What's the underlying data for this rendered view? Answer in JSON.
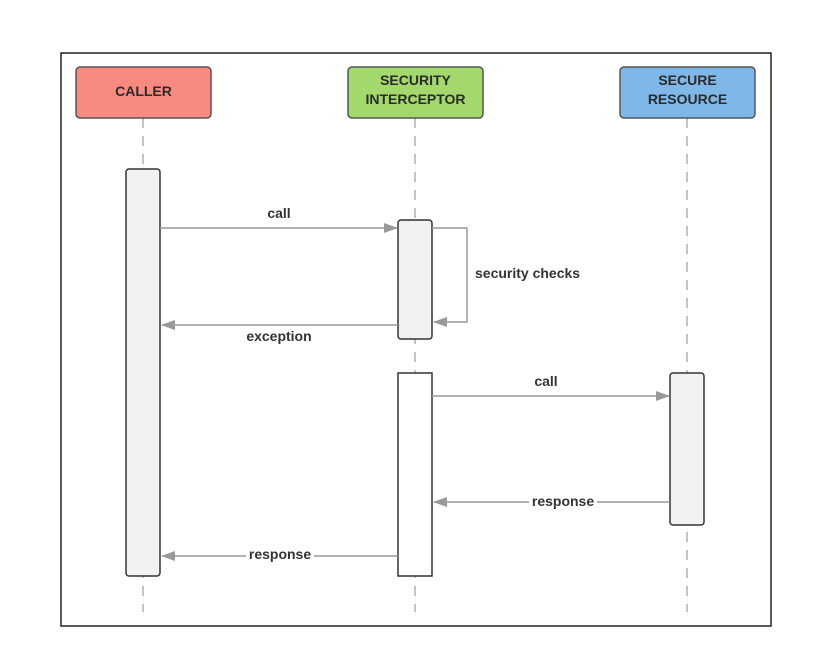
{
  "participants": [
    {
      "label_lines": [
        "CALLER"
      ],
      "fill": "#f98a7f"
    },
    {
      "label_lines": [
        "SECURITY",
        "INTERCEPTOR"
      ],
      "fill": "#a3d86c"
    },
    {
      "label_lines": [
        "SECURE",
        "RESOURCE"
      ],
      "fill": "#7fb8e8"
    }
  ],
  "messages": [
    {
      "label": "call"
    },
    {
      "label": "security checks"
    },
    {
      "label": "exception"
    },
    {
      "label": "call"
    },
    {
      "label": "response"
    },
    {
      "label": "response"
    }
  ],
  "colors": {
    "frame": "#222222",
    "lifeline": "#8a8a8a",
    "arrow": "#999999",
    "activation_fill": "#f2f2f2",
    "activation_fill_white": "#ffffff",
    "activation_stroke": "#333333"
  }
}
